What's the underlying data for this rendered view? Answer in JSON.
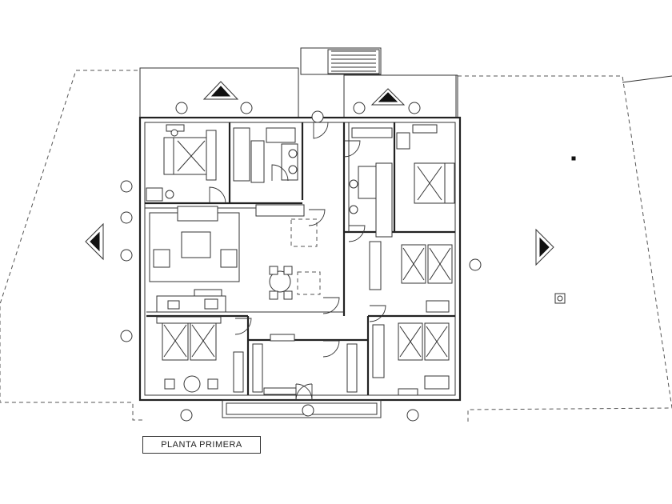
{
  "plan": {
    "title": "PLANTA PRIMERA"
  },
  "colors": {
    "line": "#222222",
    "background": "#ffffff"
  },
  "icons": [
    "north-arrow-triangle",
    "west-arrow-triangle",
    "east-arrow-triangle"
  ]
}
